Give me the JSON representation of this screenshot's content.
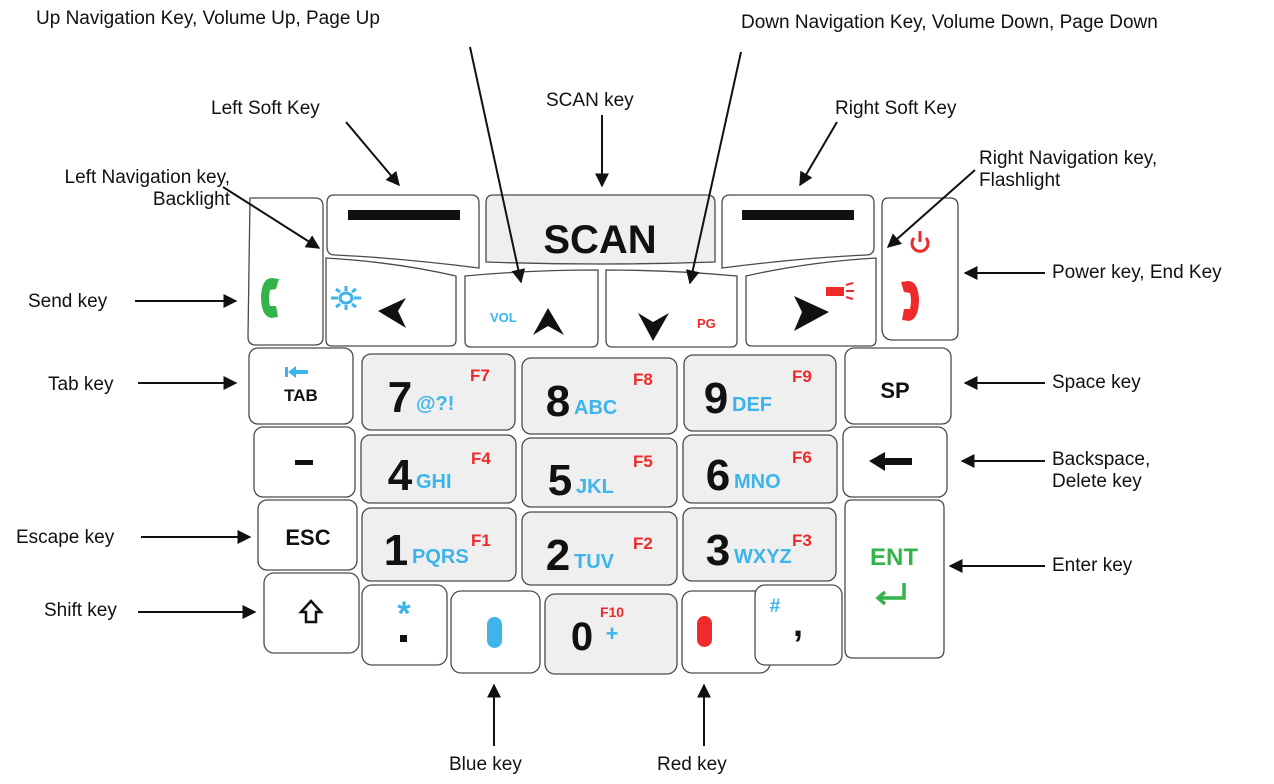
{
  "colors": {
    "key_fill": "#ffffff",
    "key_fill_shaded": "#efefef",
    "key_stroke": "#4a4a4a",
    "blue": "#3db4ea",
    "red": "#ee2a2a",
    "green": "#34b34a",
    "black": "#111111"
  },
  "labels": {
    "up_nav": "Up Navigation Key, Volume Up, Page Up",
    "down_nav": "Down Navigation Key, Volume Down, Page Down",
    "scan": "SCAN key",
    "left_soft": "Left Soft Key",
    "right_soft": "Right Soft Key",
    "left_nav_1": "Left Navigation key,",
    "left_nav_2": "Backlight",
    "right_nav_1": "Right Navigation key,",
    "right_nav_2": "Flashlight",
    "send": "Send key",
    "power": "Power key, End Key",
    "tab": "Tab key",
    "space": "Space key",
    "backspace_1": "Backspace,",
    "backspace_2": "Delete key",
    "escape": "Escape key",
    "enter": "Enter key",
    "shift": "Shift key",
    "blue_key": "Blue key",
    "red_key": "Red key"
  },
  "keys": {
    "scan": "SCAN",
    "vol": "VOL",
    "pg": "PG",
    "tab": "TAB",
    "sp": "SP",
    "minus": "–",
    "esc": "ESC",
    "ent": "ENT",
    "digits": [
      {
        "d": "7",
        "letters": "@?!",
        "f": "F7"
      },
      {
        "d": "8",
        "letters": "ABC",
        "f": "F8"
      },
      {
        "d": "9",
        "letters": "DEF",
        "f": "F9"
      },
      {
        "d": "4",
        "letters": "GHI",
        "f": "F4"
      },
      {
        "d": "5",
        "letters": "JKL",
        "f": "F5"
      },
      {
        "d": "6",
        "letters": "MNO",
        "f": "F6"
      },
      {
        "d": "1",
        "letters": "PQRS",
        "f": "F1"
      },
      {
        "d": "2",
        "letters": "TUV",
        "f": "F2"
      },
      {
        "d": "3",
        "letters": "WXYZ",
        "f": "F3"
      }
    ],
    "zero": "0",
    "f10": "F10",
    "plus": "+",
    "star": "*",
    "dot": ".",
    "hash": "#",
    "comma": ","
  }
}
